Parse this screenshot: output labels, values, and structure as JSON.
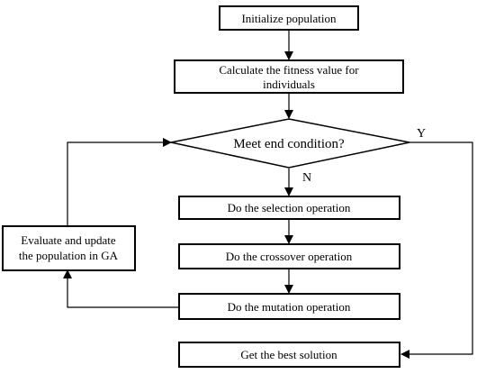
{
  "flowchart": {
    "nodes": {
      "init": "Initialize population",
      "fitness_line1": "Calculate the fitness value for",
      "fitness_line2": "individuals",
      "decision": "Meet end condition?",
      "selection": "Do the selection operation",
      "crossover": "Do the crossover operation",
      "mutation": "Do the mutation operation",
      "evaluate_line1": "Evaluate and update",
      "evaluate_line2": "the population in GA",
      "best": "Get the best solution"
    },
    "edge_labels": {
      "yes": "Y",
      "no": "N"
    }
  }
}
